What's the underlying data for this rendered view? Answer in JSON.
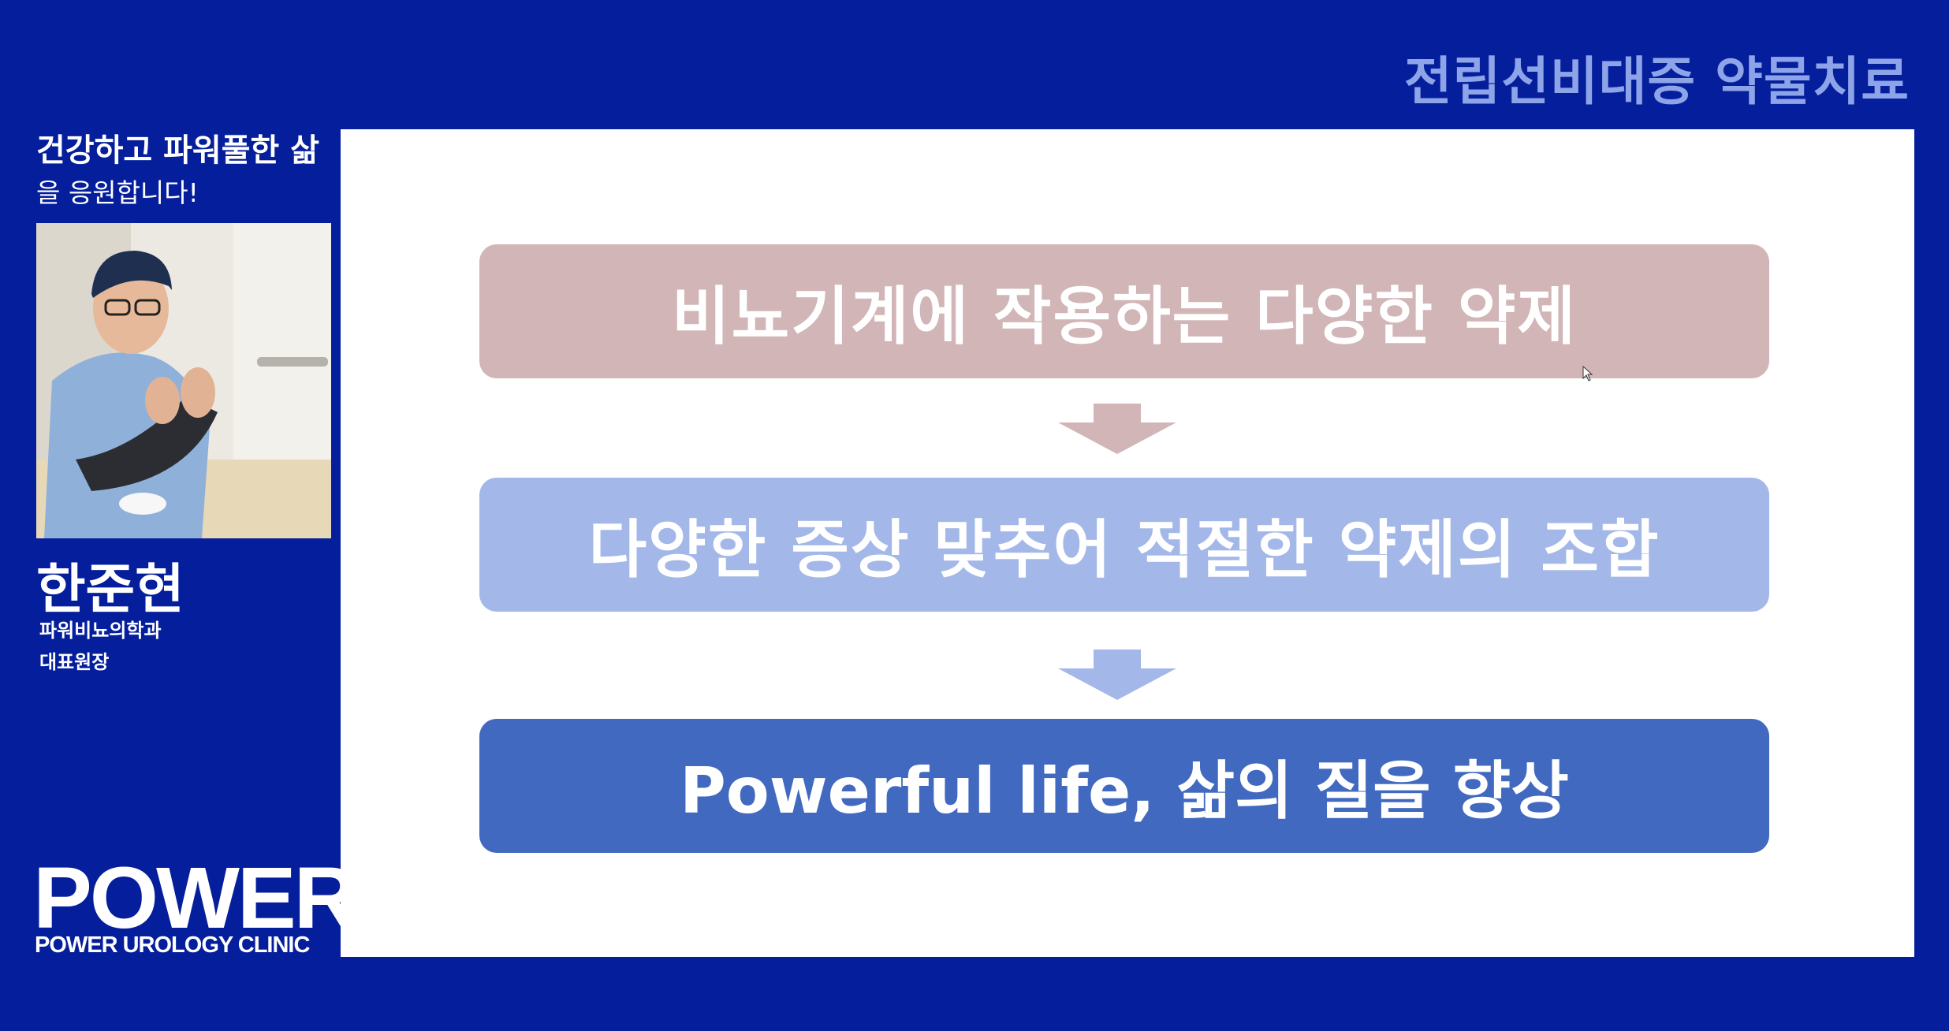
{
  "header": {
    "title": "전립선비대증 약물치료"
  },
  "sidebar": {
    "slogan_line1": "건강하고 파워풀한 삶",
    "slogan_line2": "을 응원합니다!",
    "presenter": {
      "name": "한준현",
      "department": "파워비뇨의학과",
      "title": "대표원장"
    },
    "logo": {
      "main": "POWER",
      "sub": "POWER UROLOGY CLINIC"
    }
  },
  "slide": {
    "steps": [
      "비뇨기계에 작용하는 다양한 약제",
      "다양한 증상 맞추어 적절한 약제의 조합",
      "Powerful life, 삶의 질을 향상"
    ]
  },
  "colors": {
    "background": "#051e9c",
    "step1": "#d2b5b6",
    "step2": "#a3b8e8",
    "step3": "#4169c0",
    "header_text": "#8ea4e8"
  }
}
